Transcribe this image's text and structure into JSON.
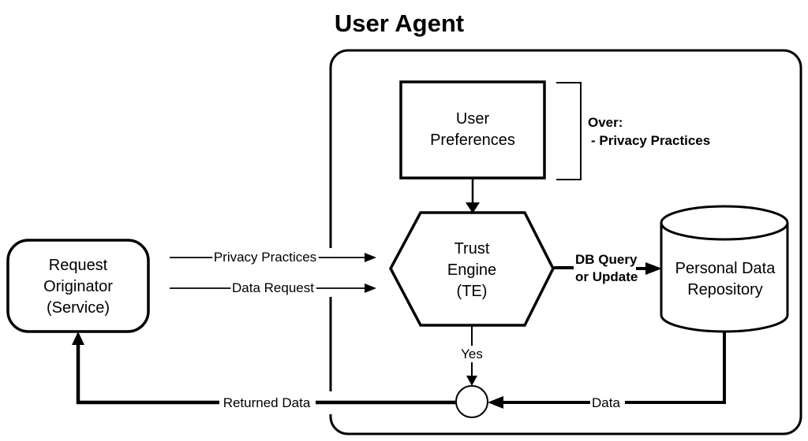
{
  "title": "User Agent",
  "colors": {
    "ink": "#000000",
    "note_blue": "#0000CC",
    "background": "#FFFFFF"
  },
  "nodes": {
    "request_originator": {
      "lines": [
        "Request",
        "Originator",
        "(Service)"
      ]
    },
    "user_preferences": {
      "lines": [
        "User",
        "Preferences"
      ]
    },
    "trust_engine": {
      "lines": [
        "Trust",
        "Engine",
        "(TE)"
      ]
    },
    "personal_data_repository": {
      "lines": [
        "Personal Data",
        "Repository"
      ]
    }
  },
  "note": {
    "line1": "Over:",
    "line2": "- Privacy Practices"
  },
  "edges": {
    "privacy_practices": "Privacy Practices",
    "data_request": "Data Request",
    "db_query_line1": "DB Query",
    "db_query_line2": "or Update",
    "yes": "Yes",
    "data": "Data",
    "returned_data": "Returned Data"
  }
}
